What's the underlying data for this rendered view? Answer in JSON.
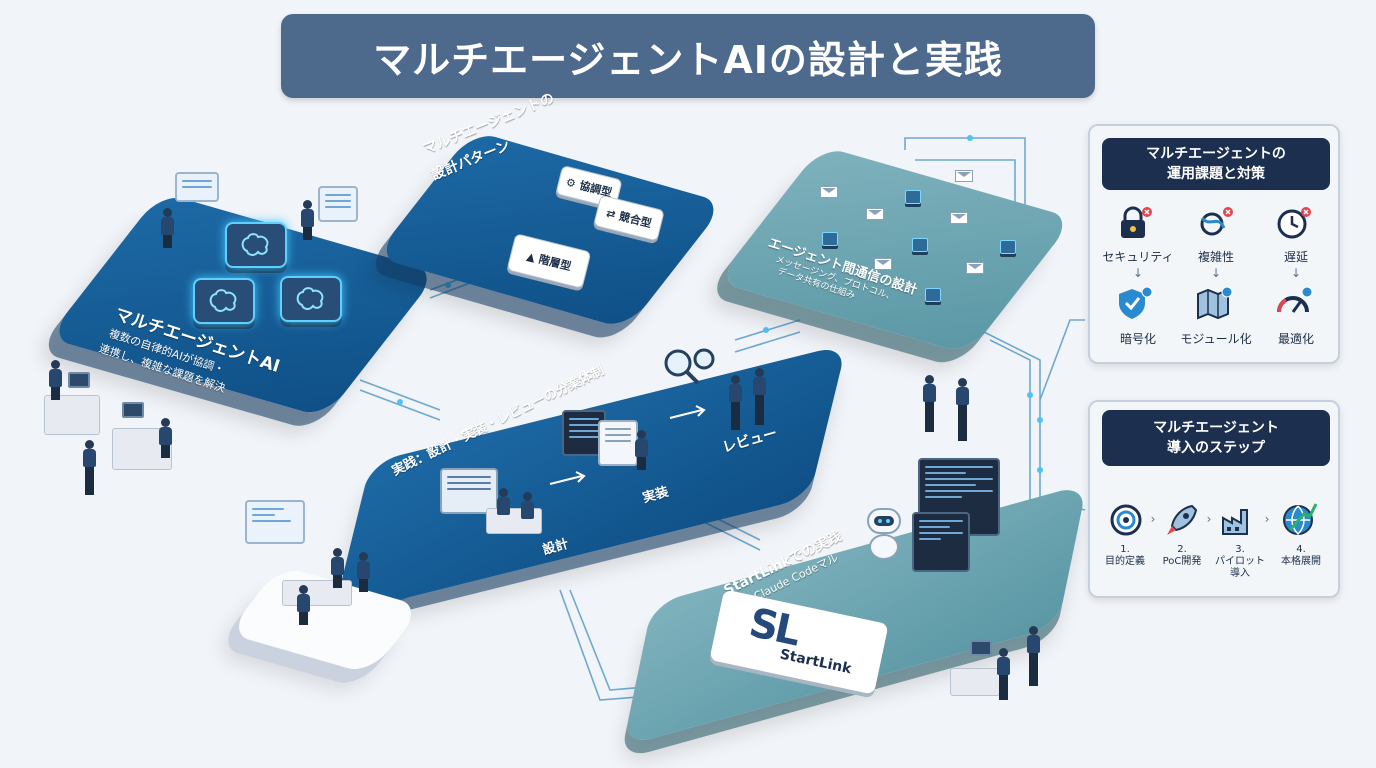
{
  "title": "マルチエージェントAIの設計と実践",
  "panels": {
    "overview": {
      "title": "マルチエージェントAI",
      "desc_line1": "複数の自律的AIが協調・",
      "desc_line2": "連携し、複雑な課題を解決"
    },
    "patterns": {
      "title_line1": "マルチエージェントの",
      "title_line2": "設計パターン",
      "cards": [
        "協調型",
        "競合型",
        "階層型"
      ]
    },
    "comm": {
      "title": "エージェント間通信の設計",
      "sub_line1": "メッセージング、プロトコル、",
      "sub_line2": "データ共有の仕組み"
    },
    "workflow": {
      "title": "実践：設計・実装・レビューの分業体制",
      "steps": [
        "設計",
        "実装",
        "レビュー"
      ]
    },
    "startlink": {
      "title_line1": "StartLinkでの実践",
      "title_line2": "— Claude Codeマル",
      "logo_mark": "SL",
      "logo_text": "StartLink"
    }
  },
  "challenges": {
    "title_line1": "マルチエージェントの",
    "title_line2": "運用課題と対策",
    "problems": [
      {
        "icon": "lock-icon",
        "label": "セキュリティ"
      },
      {
        "icon": "network-icon",
        "label": "複雑性"
      },
      {
        "icon": "clock-icon",
        "label": "遅延"
      }
    ],
    "solutions": [
      {
        "icon": "shield-icon",
        "label": "暗号化"
      },
      {
        "icon": "map-icon",
        "label": "モジュール化"
      },
      {
        "icon": "gauge-icon",
        "label": "最適化"
      }
    ]
  },
  "steps_panel": {
    "title_line1": "マルチエージェント",
    "title_line2": "導入のステップ",
    "steps": [
      {
        "num": "1.",
        "label": "目的定義"
      },
      {
        "num": "2.",
        "label": "PoC開発"
      },
      {
        "num": "3.",
        "label": "パイロット",
        "label2": "導入"
      },
      {
        "num": "4.",
        "label": "本格展開"
      }
    ]
  },
  "colors": {
    "title_bg": "#4d6a8c",
    "panel_dark": "#1a5f98",
    "panel_teal": "#6fa7b3",
    "side_head": "#1d2f4f",
    "glow": "#43c6ff",
    "check": "#2a8ad0",
    "cross": "#e0464f"
  }
}
